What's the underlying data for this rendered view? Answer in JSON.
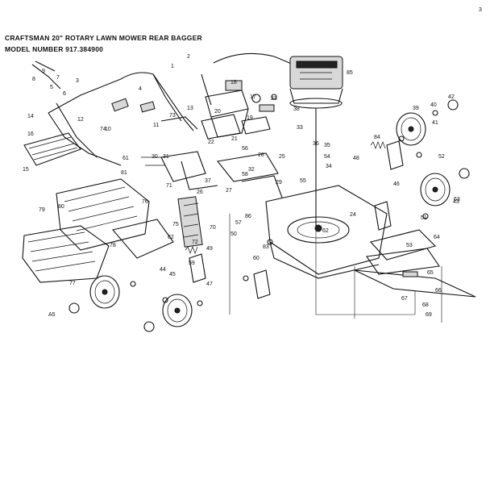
{
  "header": {
    "line1": "CRAFTSMAN 20\" ROTARY LAWN MOWER REAR BAGGER",
    "line2": "MODEL NUMBER 917.384900"
  },
  "callouts": [
    "1",
    "2",
    "3",
    "4",
    "5",
    "6",
    "7",
    "8",
    "9",
    "10",
    "11",
    "12",
    "13",
    "14",
    "15",
    "16",
    "17",
    "18",
    "19",
    "20",
    "21",
    "22",
    "23",
    "24",
    "25",
    "26",
    "27",
    "28",
    "29",
    "30",
    "31",
    "32",
    "33",
    "34",
    "35",
    "36",
    "37",
    "38",
    "39",
    "40",
    "41",
    "42",
    "43",
    "44",
    "45",
    "46",
    "47",
    "48",
    "49",
    "50",
    "51",
    "52",
    "53",
    "54",
    "55",
    "56",
    "57",
    "58",
    "59",
    "60",
    "61",
    "62",
    "63",
    "64",
    "65",
    "66",
    "67",
    "68",
    "69",
    "70",
    "71",
    "72",
    "73",
    "74",
    "75",
    "76",
    "77",
    "78",
    "79",
    "80",
    "81",
    "82",
    "83",
    "84",
    "85",
    "86"
  ],
  "corner_mark": "3",
  "margin_note": "A5"
}
